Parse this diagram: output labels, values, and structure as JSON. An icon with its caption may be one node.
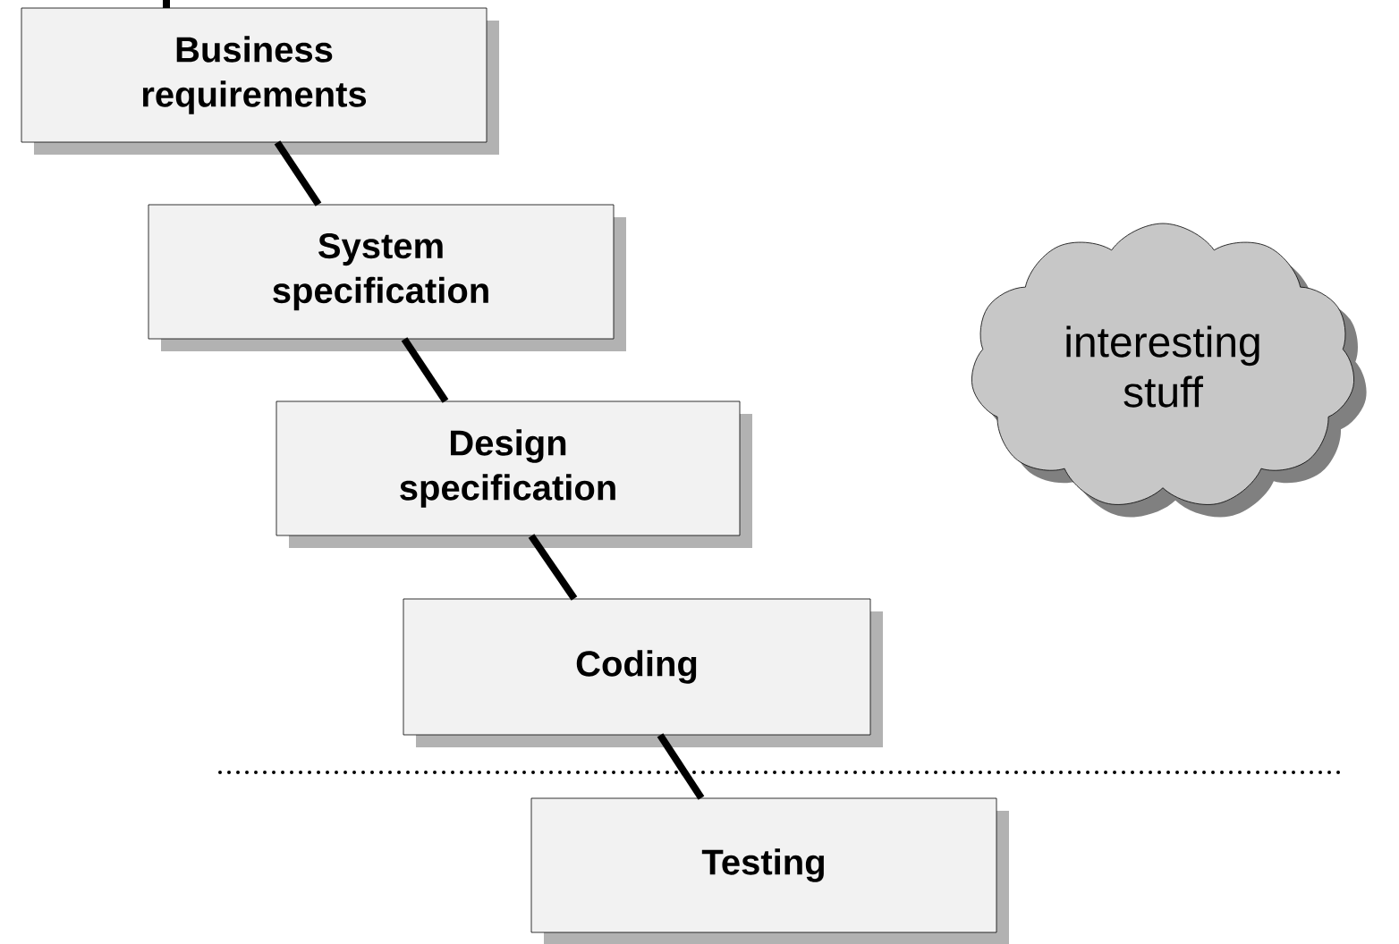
{
  "diagram": {
    "nodes": [
      {
        "text": [
          "Business requirements"
        ]
      },
      {
        "text": [
          "System specification"
        ]
      },
      {
        "text": [
          "Design specification"
        ]
      },
      {
        "text": [
          "Coding"
        ]
      },
      {
        "text": [
          "Testing"
        ]
      },
      {
        "text": [
          "interesting stuff"
        ]
      }
    ],
    "edges": [
      {
        "from": null,
        "to": 0,
        "arrow": "none"
      },
      {
        "from": 0,
        "to": 1,
        "arrow": "none"
      },
      {
        "from": 1,
        "to": 2,
        "arrow": "none"
      },
      {
        "from": 2,
        "to": 3,
        "arrow": "none"
      },
      {
        "from": 3,
        "to": 4,
        "arrow": "none"
      }
    ]
  }
}
